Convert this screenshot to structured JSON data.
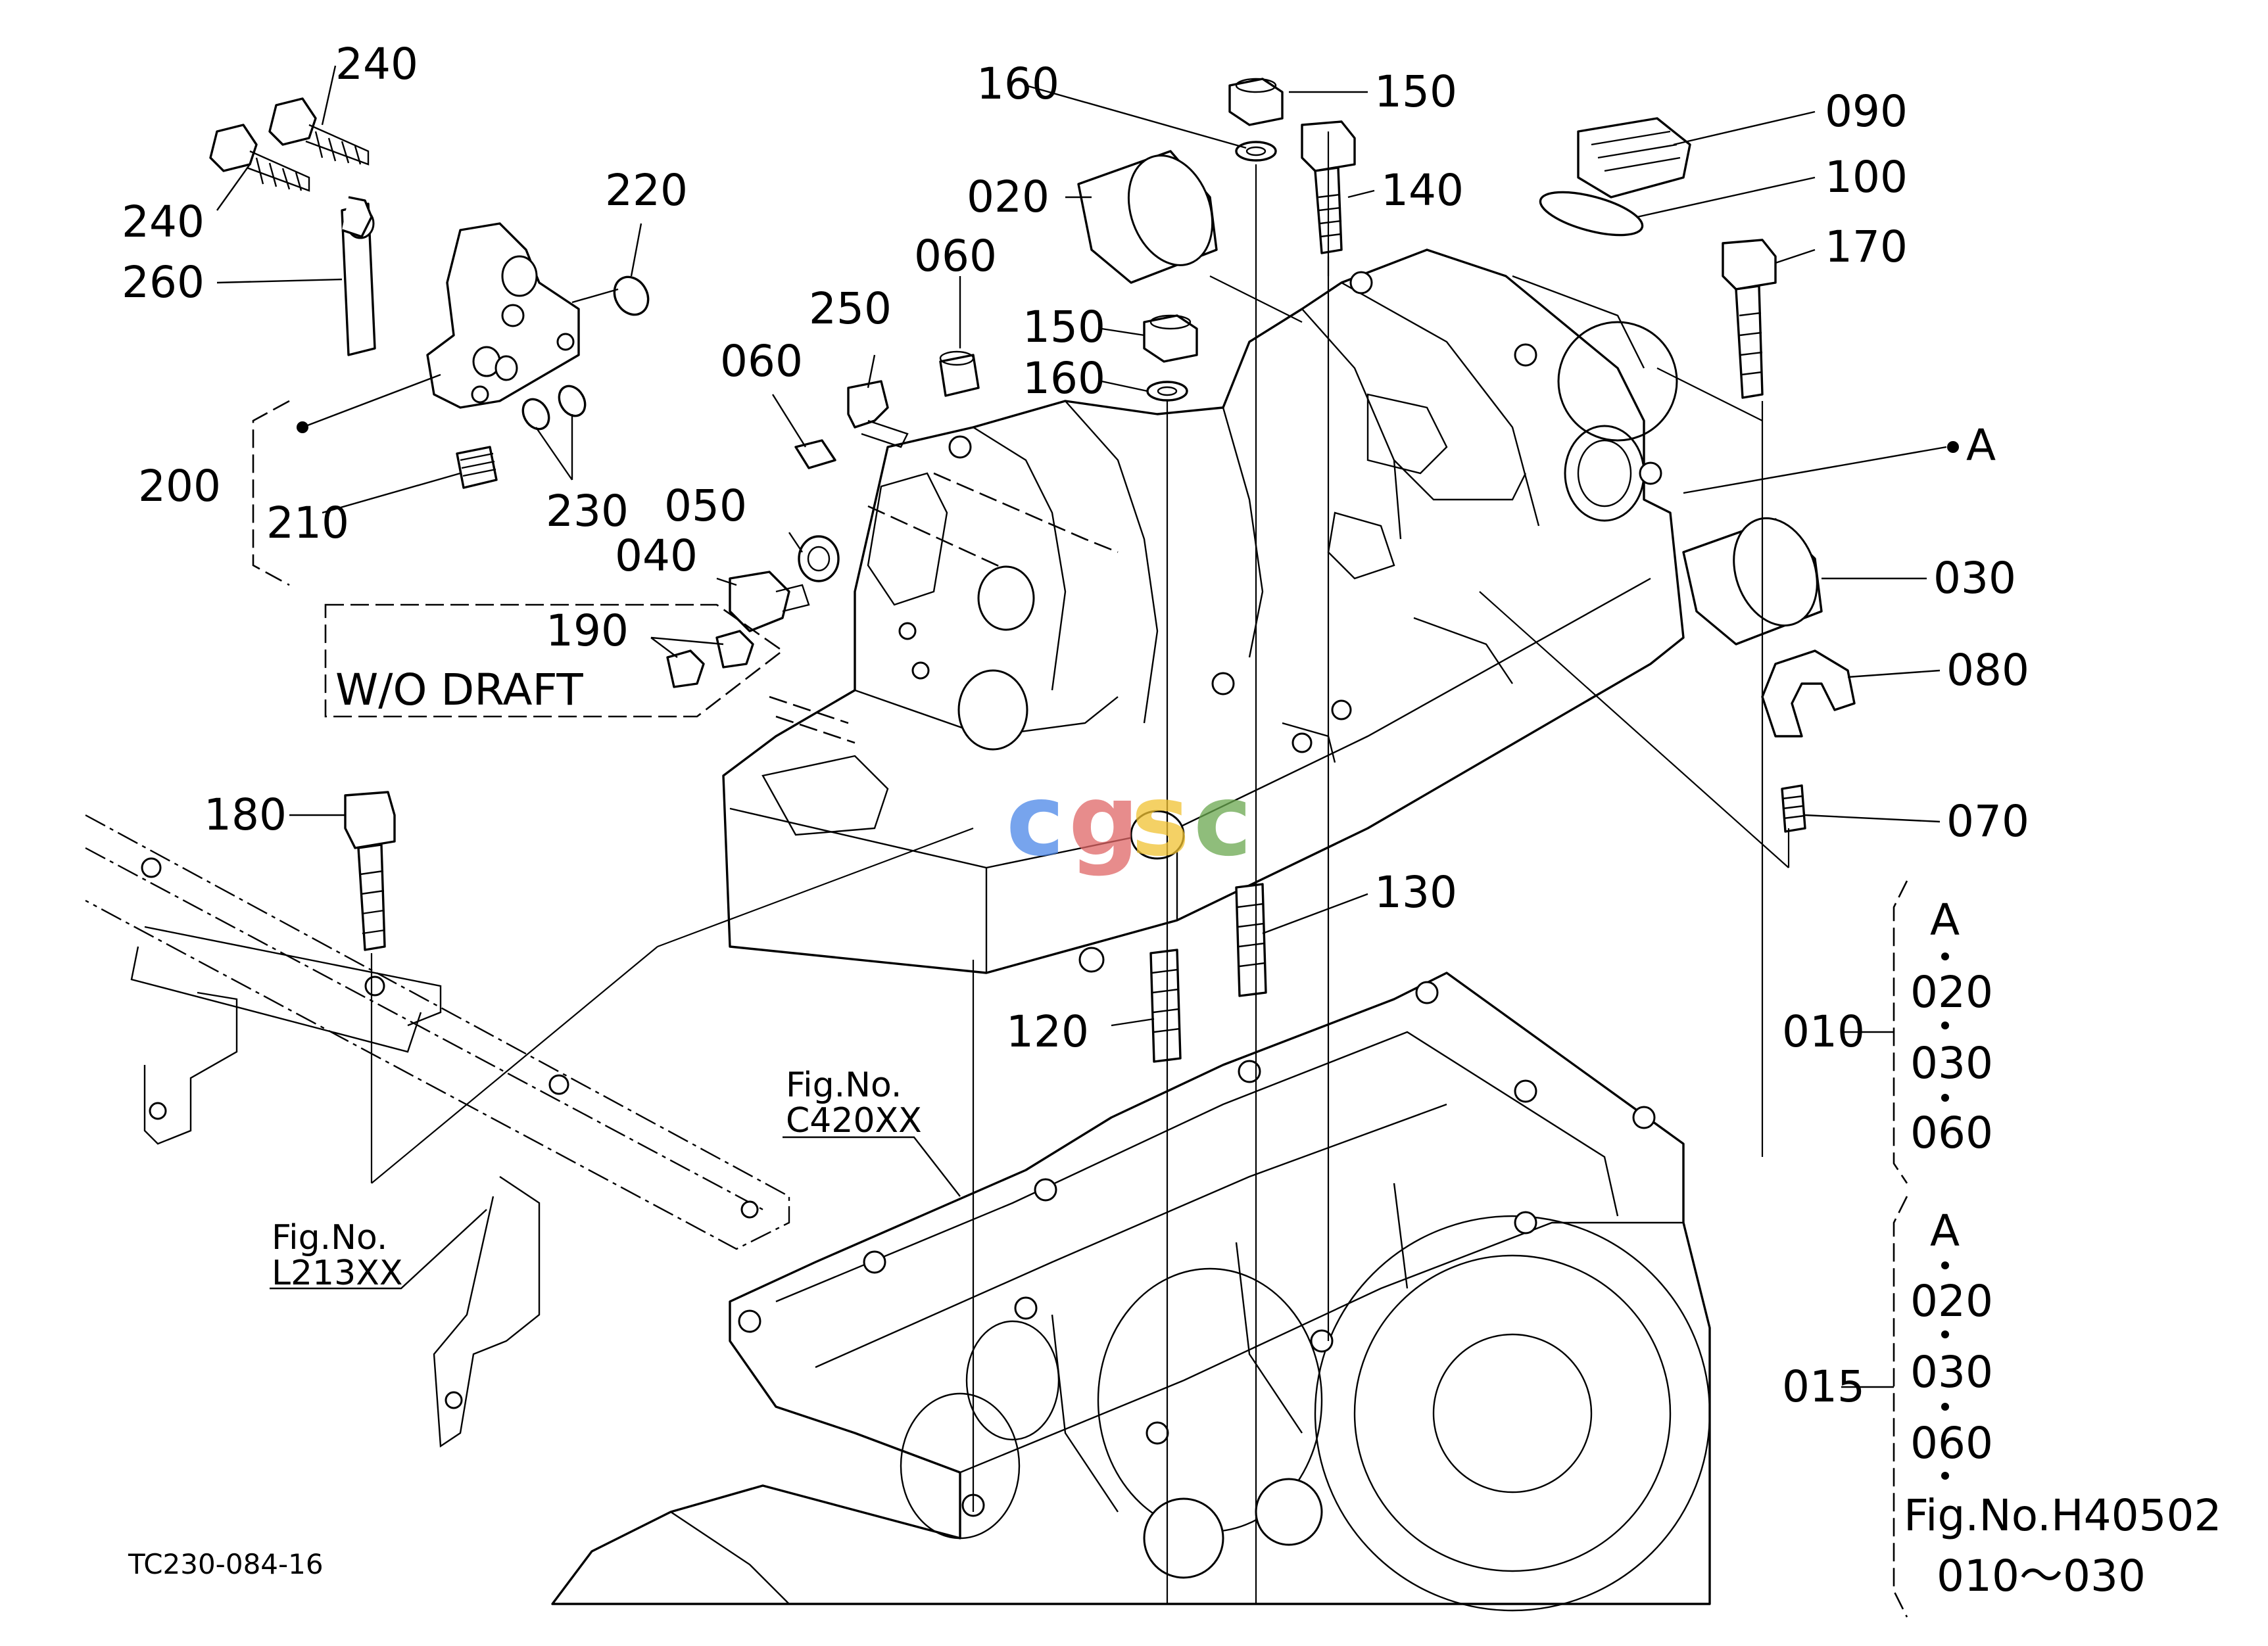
{
  "callouts": {
    "c240a": "240",
    "c240b": "240",
    "c260": "260",
    "c220": "220",
    "c200": "200",
    "c210": "210",
    "c230": "230",
    "c160a": "160",
    "c150a": "150",
    "c020": "020",
    "c140": "140",
    "c090": "090",
    "c100": "100",
    "c170": "170",
    "c060a": "060",
    "c060b": "060",
    "c250": "250",
    "c150b": "150",
    "c160b": "160",
    "c050": "050",
    "c040": "040",
    "c190": "190",
    "cA": "A",
    "c030": "030",
    "c080": "080",
    "c070": "070",
    "c180": "180",
    "c130": "130",
    "c120": "120"
  },
  "notes": {
    "wo_draft": "W/O DRAFT",
    "fig_c420_label": "Fig.No.",
    "fig_c420_code": "C420XX",
    "fig_l213_label": "Fig.No.",
    "fig_l213_code": "L213XX",
    "drawing_id": "TC230-084-16"
  },
  "assemblies": [
    {
      "id": "010",
      "items": [
        "A",
        "020",
        "030",
        "060"
      ]
    },
    {
      "id": "015",
      "items": [
        "A",
        "020",
        "030",
        "060",
        "Fig.No.H40502",
        "010～030"
      ]
    }
  ],
  "watermark": {
    "letters": [
      "c",
      "g",
      "s",
      "c"
    ],
    "colors": [
      "#4a86e8",
      "#e06666",
      "#f1c232",
      "#6aa84f"
    ]
  }
}
